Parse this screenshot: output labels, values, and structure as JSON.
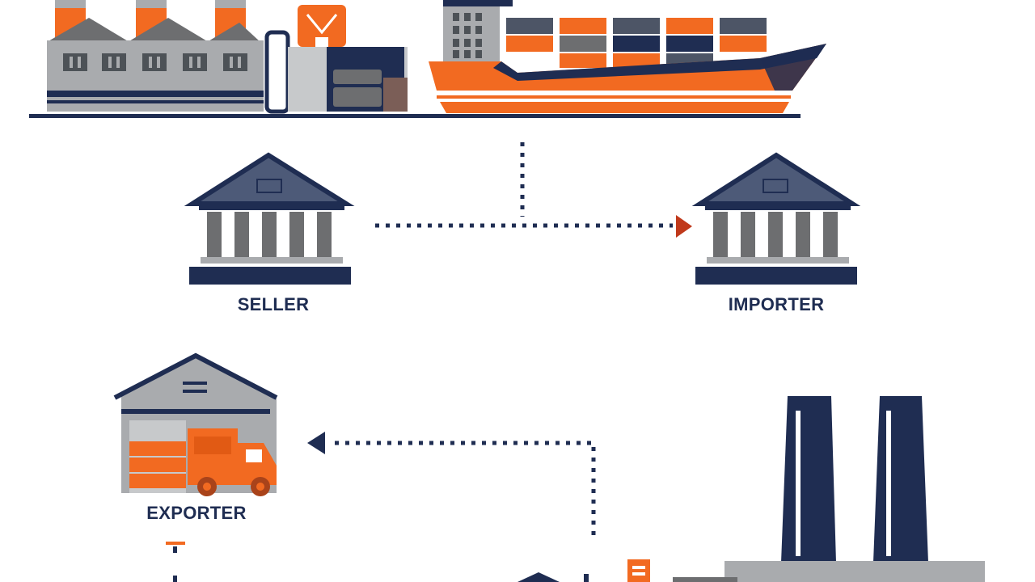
{
  "labels": {
    "seller": "SELLER",
    "importer": "IMPORTER",
    "exporter": "EXPORTER"
  },
  "colors": {
    "navy": "#1f2d52",
    "orange": "#f26a21",
    "gray": "#a9abae",
    "dark_gray": "#6d6e70",
    "arrow_red": "#c0391b"
  },
  "icons": [
    "factory-icon",
    "cargo-ship-icon",
    "seller-bank-icon",
    "importer-bank-icon",
    "warehouse-icon",
    "delivery-truck-icon",
    "factory-chimneys-icon"
  ]
}
